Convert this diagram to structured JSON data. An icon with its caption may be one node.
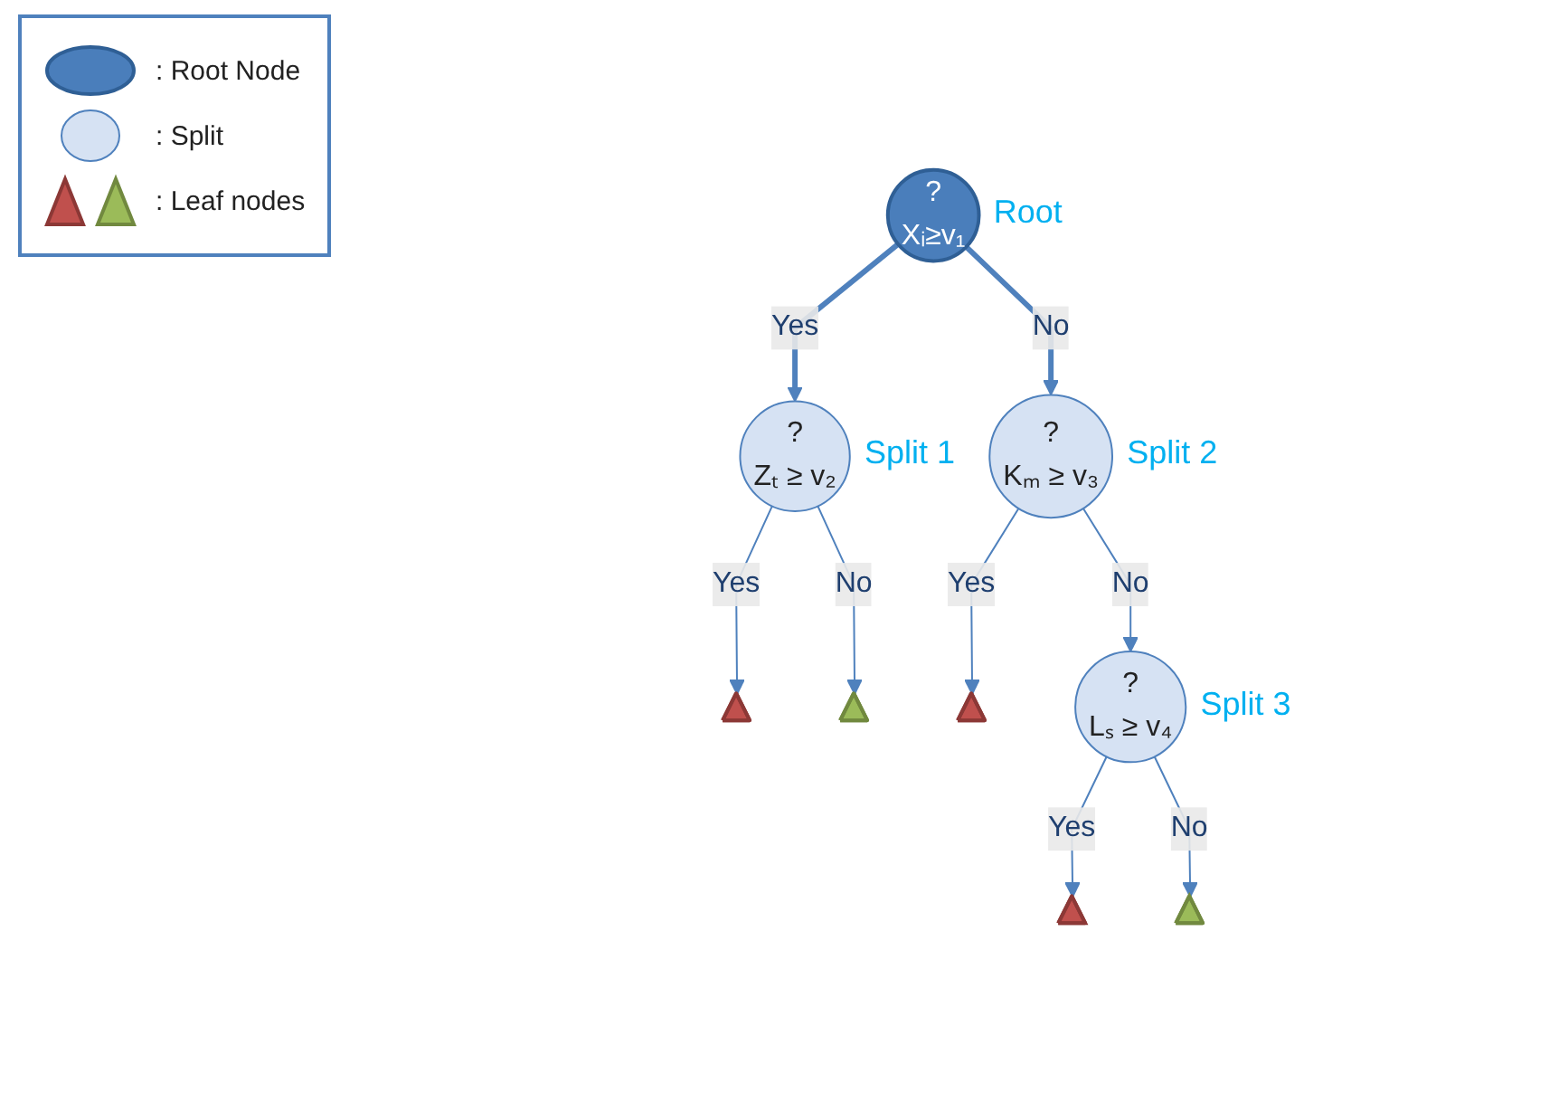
{
  "diagram": {
    "nodes": [
      {
        "text": [
          "?",
          "Xᵢ≥v₁"
        ],
        "beside": [
          "Root"
        ]
      },
      {
        "text": [
          "?",
          "Zₜ ≥ v₂"
        ],
        "beside": [
          "Split 1"
        ]
      },
      {
        "text": [],
        "shape": "triangle"
      },
      {
        "text": [],
        "shape": "triangle"
      },
      {
        "text": [
          "?",
          "Kₘ ≥ v₃"
        ],
        "beside": [
          "Split 2"
        ]
      },
      {
        "text": [],
        "shape": "triangle"
      },
      {
        "text": [
          "?",
          "Lₛ ≥ v₄"
        ],
        "beside": [
          "Split 3"
        ]
      },
      {
        "text": [],
        "shape": "triangle"
      },
      {
        "text": [],
        "shape": "triangle"
      }
    ],
    "edges": [
      {
        "from": 0,
        "to": 1,
        "arrow": "to",
        "label": "Yes",
        "style": "thick"
      },
      {
        "from": 0,
        "to": 4,
        "arrow": "to",
        "label": "No",
        "style": "thick"
      },
      {
        "from": 1,
        "to": 2,
        "arrow": "to",
        "label": "Yes"
      },
      {
        "from": 1,
        "to": 3,
        "arrow": "to",
        "label": "No"
      },
      {
        "from": 4,
        "to": 5,
        "arrow": "to",
        "label": "Yes"
      },
      {
        "from": 4,
        "to": 6,
        "arrow": "to",
        "label": "No"
      },
      {
        "from": 6,
        "to": 7,
        "arrow": "to",
        "label": "Yes"
      },
      {
        "from": 6,
        "to": 8,
        "arrow": "to",
        "label": "No"
      }
    ],
    "legend": [
      {
        "text": ": Root Node"
      },
      {
        "text": ": Split"
      },
      {
        "text": ": Leaf nodes"
      }
    ]
  }
}
